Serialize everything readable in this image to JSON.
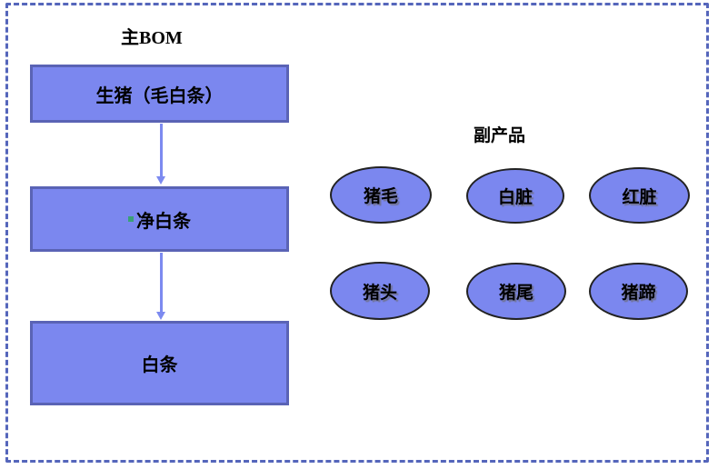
{
  "diagram": {
    "main_bom": {
      "title": "主BOM",
      "nodes": [
        {
          "id": "raw-pig",
          "label": "生猪（毛白条）"
        },
        {
          "id": "clean-carcass",
          "label": "净白条"
        },
        {
          "id": "carcass",
          "label": "白条"
        }
      ]
    },
    "byproducts": {
      "title": "副产品",
      "items": [
        {
          "id": "pig-hair",
          "label": "猪毛"
        },
        {
          "id": "white-offal",
          "label": "白脏"
        },
        {
          "id": "red-offal",
          "label": "红脏"
        },
        {
          "id": "pig-head",
          "label": "猪头"
        },
        {
          "id": "pig-tail",
          "label": "猪尾"
        },
        {
          "id": "pig-trotter",
          "label": "猪蹄"
        }
      ]
    },
    "colors": {
      "frame_dash": "#5566bb",
      "node_fill": "#7b87ef",
      "node_border": "#5a63b5",
      "arrow": "#7c8af0",
      "ellipse_fill": "#7b87ef",
      "ellipse_border": "#222222",
      "bullet": "#3aa077",
      "text": "#000000"
    }
  }
}
